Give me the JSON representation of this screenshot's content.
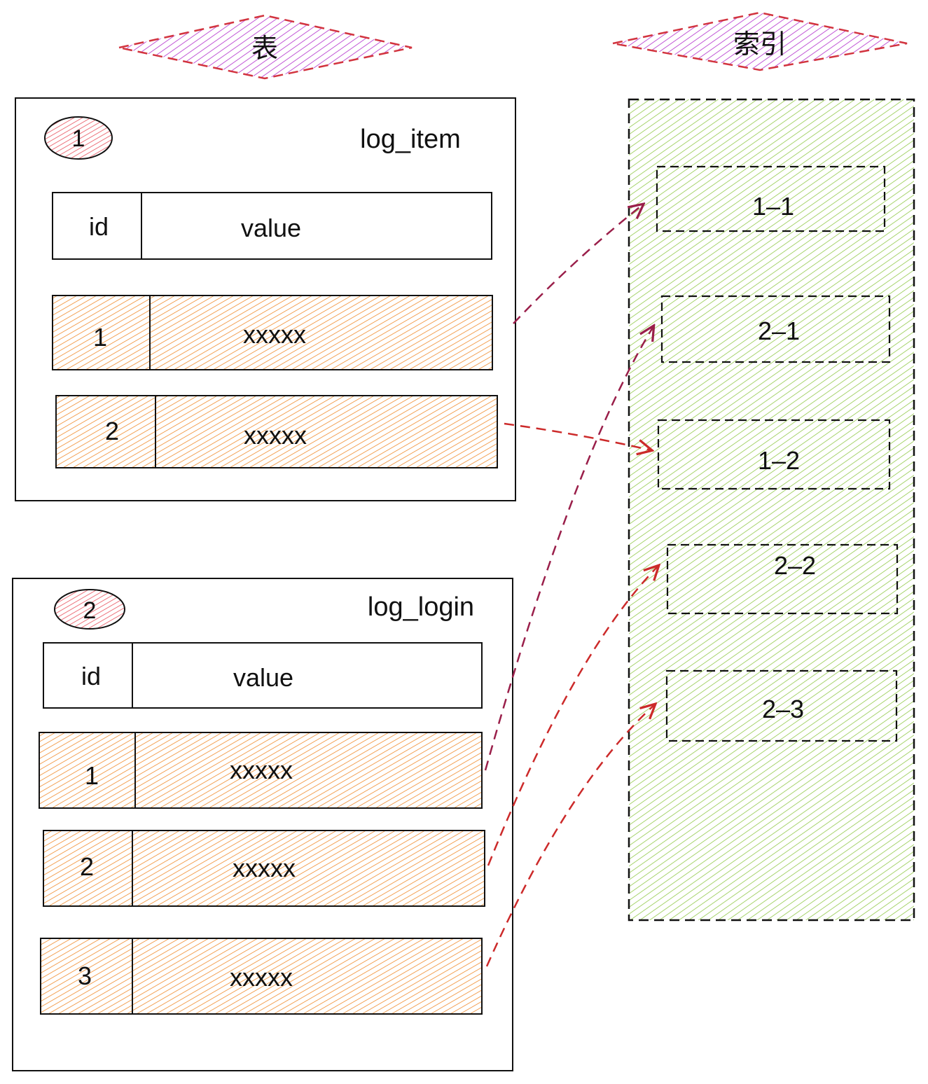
{
  "headers": {
    "tables": "表",
    "index": "索引"
  },
  "tables": [
    {
      "badge": "1",
      "name": "log_item",
      "columns": {
        "id": "id",
        "value": "value"
      },
      "rows": [
        {
          "id": "1",
          "value": "xxxxx"
        },
        {
          "id": "2",
          "value": "xxxxx"
        }
      ]
    },
    {
      "badge": "2",
      "name": "log_login",
      "columns": {
        "id": "id",
        "value": "value"
      },
      "rows": [
        {
          "id": "1",
          "value": "xxxxx"
        },
        {
          "id": "2",
          "value": "xxxxx"
        },
        {
          "id": "3",
          "value": "xxxxx"
        }
      ]
    }
  ],
  "index_entries": [
    "1–1",
    "2–1",
    "1–2",
    "2–2",
    "2–3"
  ],
  "colors": {
    "header_fill": "#c158d6",
    "header_border": "#d2343f",
    "row_fill": "#f08b2c",
    "index_fill": "#8cc63f",
    "badge_fill": "#e8505b",
    "arrow_dark": "#9a1f4a",
    "arrow_red": "#cc2a2a",
    "line": "#111111"
  }
}
